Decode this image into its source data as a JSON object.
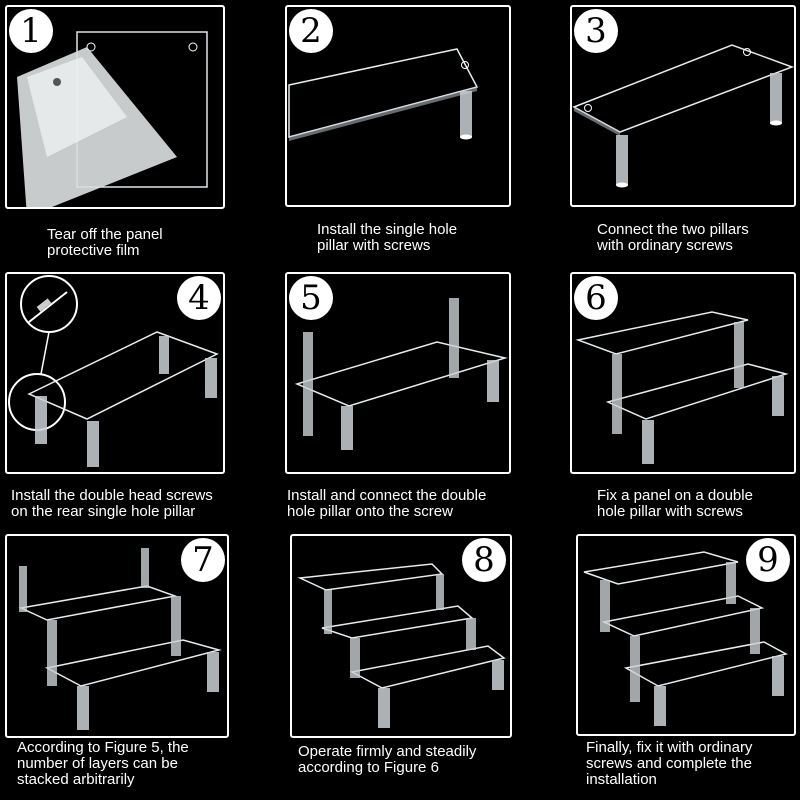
{
  "steps": [
    {
      "number": "1",
      "caption": "Tear off the panel\nprotective film"
    },
    {
      "number": "2",
      "caption": "Install the single hole\npillar with screws"
    },
    {
      "number": "3",
      "caption": "Connect the two pillars\nwith ordinary screws"
    },
    {
      "number": "4",
      "caption": "Install the double head screws\non the rear single hole pillar"
    },
    {
      "number": "5",
      "caption": "Install and connect the double\nhole pillar onto the screw"
    },
    {
      "number": "6",
      "caption": "Fix a panel on a double\nhole pillar with screws"
    },
    {
      "number": "7",
      "caption": "According to Figure 5, the\nnumber of layers can be\nstacked arbitrarily"
    },
    {
      "number": "8",
      "caption": "Operate firmly and steadily\naccording to Figure 6"
    },
    {
      "number": "9",
      "caption": "Finally, fix it with ordinary\nscrews and complete the\ninstallation"
    }
  ],
  "icons": {
    "panel": "acrylic-panel-icon",
    "pillar": "acrylic-pillar-icon",
    "zoom": "magnify-circle-icon"
  },
  "colors": {
    "background": "#000000",
    "line": "#ffffff",
    "text": "#ffffff"
  }
}
